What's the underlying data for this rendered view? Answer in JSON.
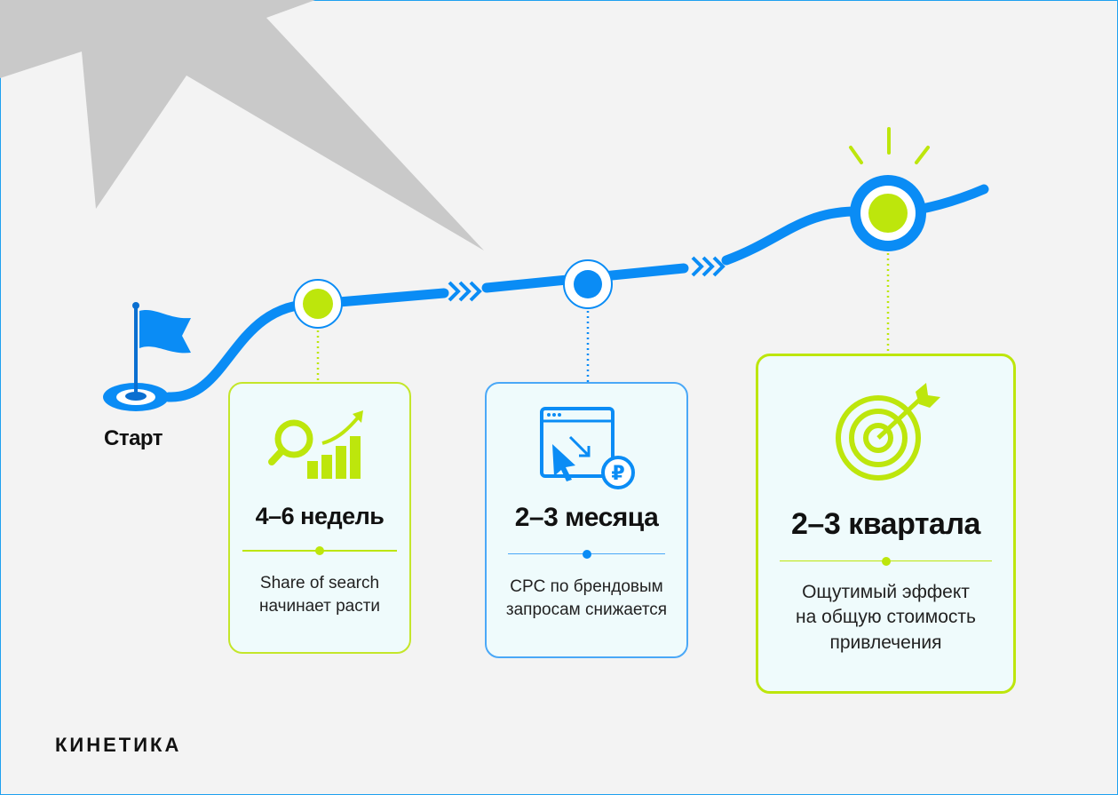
{
  "colors": {
    "blue": "#0a8cf5",
    "green": "#bde60c",
    "background": "#f3f3f3"
  },
  "start": {
    "label": "Старт",
    "icon": "flag-icon"
  },
  "milestones": [
    {
      "title": "4–6 недель",
      "desc_line1": "Share of search",
      "desc_line2": "начинает расти",
      "icon": "search-growth-chart-icon"
    },
    {
      "title": "2–3 месяца",
      "desc_line1": "CPC по брендовым",
      "desc_line2": "запросам снижается",
      "icon": "click-cost-ruble-icon"
    },
    {
      "title": "2–3 квартала",
      "desc_line1": "Ощутимый эффект",
      "desc_line2": "на общую стоимость",
      "desc_line3": "привлечения",
      "icon": "target-arrow-icon"
    }
  ],
  "brand": {
    "logo": "КИНЕТИКА"
  }
}
